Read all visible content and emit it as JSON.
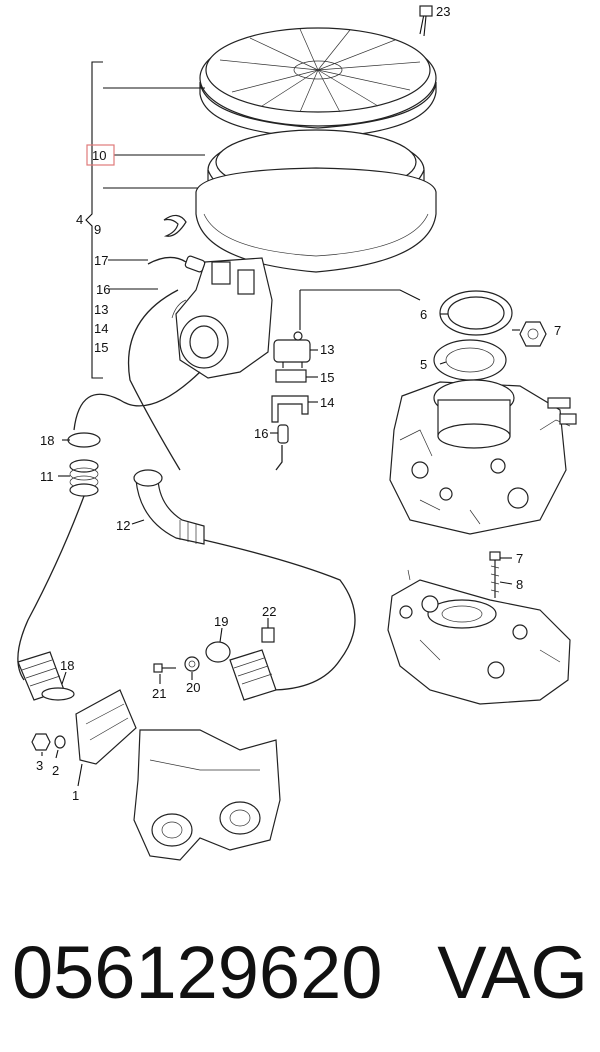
{
  "diagram": {
    "callouts": {
      "c23": "23",
      "c10": "10",
      "c4": "4",
      "c9": "9",
      "c17": "17",
      "c16a": "16",
      "c13a": "13",
      "c14a": "14",
      "c15a": "15",
      "c6": "6",
      "c7a": "7",
      "c5": "5",
      "c13b": "13",
      "c15b": "15",
      "c14b": "14",
      "c16b": "16",
      "c18a": "18",
      "c11": "11",
      "c12": "12",
      "c7b": "7",
      "c8": "8",
      "c19": "19",
      "c22": "22",
      "c18b": "18",
      "c21": "21",
      "c20": "20",
      "c3": "3",
      "c2": "2",
      "c1": "1"
    },
    "highlight_color": "#e07a7a"
  },
  "footer": {
    "part_number": "056129620",
    "brand": "VAG"
  }
}
